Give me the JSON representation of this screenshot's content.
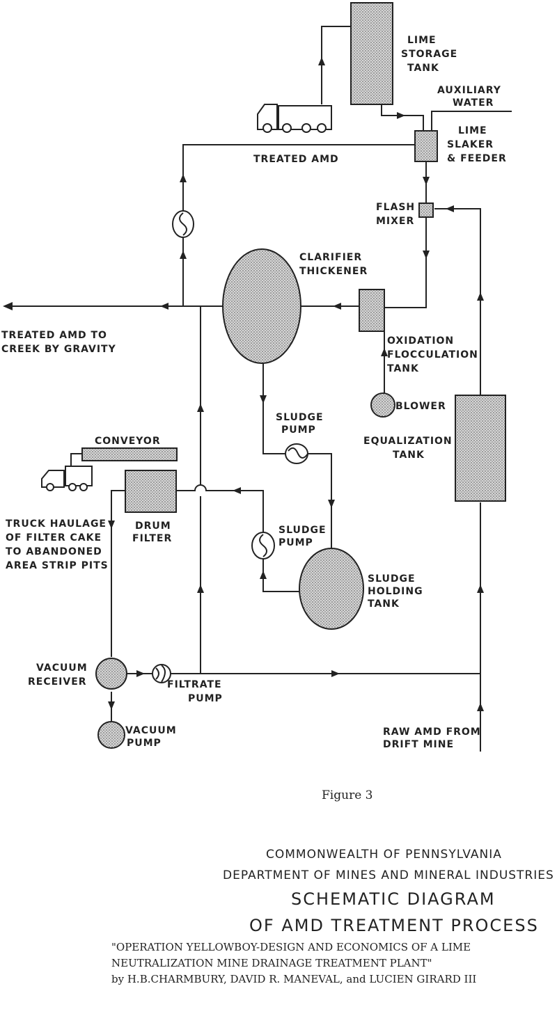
{
  "diagram": {
    "labels": {
      "lime_storage_tank": [
        "LIME",
        "STORAGE",
        "TANK"
      ],
      "auxiliary_water": [
        "AUXILIARY",
        "WATER"
      ],
      "lime_slaker": [
        "LIME",
        "SLAKER",
        "& FEEDER"
      ],
      "treated_amd": "TREATED AMD",
      "flash_mixer": [
        "FLASH",
        "MIXER"
      ],
      "clarifier": [
        "CLARIFIER",
        "THICKENER"
      ],
      "treated_to_creek": [
        "TREATED AMD TO",
        "CREEK BY GRAVITY"
      ],
      "oxidation_tank": [
        "OXIDATION",
        "FLOCCULATION",
        "TANK"
      ],
      "blower": "BLOWER",
      "sludge_pump_1": [
        "SLUDGE",
        "PUMP"
      ],
      "equalization_tank": [
        "EQUALIZATION",
        "TANK"
      ],
      "conveyor": "CONVEYOR",
      "truck_haulage": [
        "TRUCK HAULAGE",
        "OF FILTER CAKE",
        "TO ABANDONED",
        "AREA STRIP PITS"
      ],
      "drum_filter": [
        "DRUM",
        "FILTER"
      ],
      "sludge_pump_2": [
        "SLUDGE",
        "PUMP"
      ],
      "sludge_holding_tank": [
        "SLUDGE",
        "HOLDING",
        "TANK"
      ],
      "vacuum_receiver": [
        "VACUUM",
        "RECEIVER"
      ],
      "filtrate_pump": [
        "FILTRATE",
        "PUMP"
      ],
      "vacuum_pump": [
        "VACUUM",
        "PUMP"
      ],
      "raw_amd": [
        "RAW AMD FROM",
        "DRIFT MINE"
      ]
    }
  },
  "figure_label": "Figure 3",
  "caption": {
    "line1": "COMMONWEALTH OF PENNSYLVANIA",
    "line2": "DEPARTMENT OF MINES AND MINERAL INDUSTRIES",
    "title1": "SCHEMATIC DIAGRAM",
    "title2": "OF AMD TREATMENT PROCESS"
  },
  "reference": {
    "line1": "\"OPERATION YELLOWBOY-DESIGN AND ECONOMICS OF A LIME",
    "line2": "NEUTRALIZATION MINE DRAINAGE TREATMENT PLANT\"",
    "line3": "by H.B.CHARMBURY, DAVID R. MANEVAL, and LUCIEN GIRARD III"
  },
  "colors": {
    "ink": "#222222",
    "fill": "#c9c9c9",
    "background": "#ffffff"
  }
}
